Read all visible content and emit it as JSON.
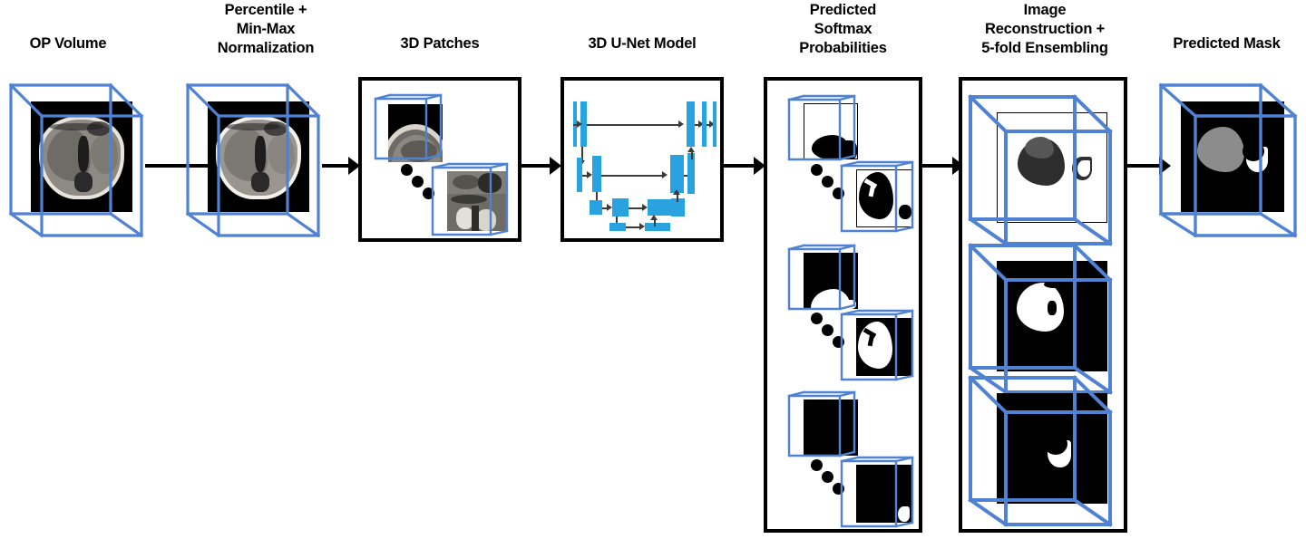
{
  "diagram": {
    "title": "3D U-Net liver and spleen segmentation pipeline",
    "accent_blue": "#4f82d3",
    "unet_blue": "#29a3e0",
    "arrow_color": "#000000",
    "background": "#ffffff"
  },
  "stages": [
    {
      "id": "op-volume",
      "label": "OP Volume",
      "kind": "volume-cube",
      "content": "axial abdominal MRI slice inside 3D wireframe cube"
    },
    {
      "id": "normalization",
      "label": "Percentile +\nMin-Max\nNormalization",
      "label_lines": [
        "Percentile +",
        "Min-Max",
        "Normalization"
      ],
      "kind": "volume-cube",
      "content": "normalized axial abdominal MRI slice inside 3D wireframe cube"
    },
    {
      "id": "patches",
      "label": "3D Patches",
      "kind": "framed-box",
      "content": "two small 3D patch cubes separated by a diagonal ellipsis",
      "ellipsis": "• • •"
    },
    {
      "id": "unet",
      "label": "3D U-Net Model",
      "kind": "framed-box",
      "content": "encoder-decoder U-Net schematic with skip connections"
    },
    {
      "id": "softmax",
      "label": "Predicted\nSoftmax\nProbabilities",
      "label_lines": [
        "Predicted",
        "Softmax",
        "Probabilities"
      ],
      "kind": "framed-box-tall",
      "content": "three channel groups of predicted probability patch cubes",
      "groups": [
        {
          "name": "background-channel",
          "first": "white patch with black liver region",
          "last": "white patch with black liver and spleen regions"
        },
        {
          "name": "liver-channel",
          "first": "black patch with white liver region",
          "last": "black patch with white liver region"
        },
        {
          "name": "spleen-channel",
          "first": "all black patch",
          "last": "black patch with white spleen region"
        }
      ]
    },
    {
      "id": "reconstruction",
      "label": "Image\nReconstruction +\n5-fold Ensembling",
      "label_lines": [
        "Image",
        "Reconstruction +",
        "5-fold Ensembling"
      ],
      "kind": "framed-box-tall",
      "content": "three stacked reconstructed probability volumes",
      "volumes": [
        {
          "name": "background-probability-volume",
          "appearance": "white volume with dark liver and spleen"
        },
        {
          "name": "liver-probability-volume",
          "appearance": "black volume with white liver"
        },
        {
          "name": "spleen-probability-volume",
          "appearance": "black volume with white spleen"
        }
      ]
    },
    {
      "id": "predicted-mask",
      "label": "Predicted Mask",
      "kind": "volume-cube",
      "content": "black volume with gray liver mask and white spleen mask"
    }
  ],
  "arrows": [
    {
      "id": "arrow-1",
      "from": "op-volume",
      "to": "normalization"
    },
    {
      "id": "arrow-2",
      "from": "normalization",
      "to": "patches"
    },
    {
      "id": "arrow-3",
      "from": "patches",
      "to": "unet"
    },
    {
      "id": "arrow-4",
      "from": "unet",
      "to": "softmax"
    },
    {
      "id": "arrow-5",
      "from": "softmax",
      "to": "reconstruction"
    },
    {
      "id": "arrow-6",
      "from": "reconstruction",
      "to": "predicted-mask"
    }
  ],
  "unet": {
    "name": "3D U-Net Model",
    "levels": 4,
    "skip_connections": 3,
    "block_color": "#29a3e0"
  }
}
